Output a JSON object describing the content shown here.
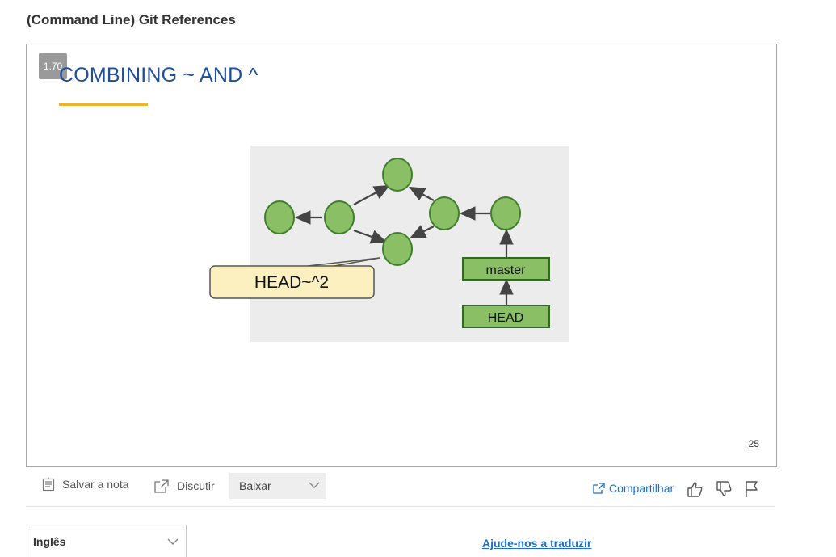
{
  "page": {
    "title": "(Command Line) Git References"
  },
  "slide": {
    "speed": "1.70",
    "heading": "COMBINING ~ AND ^",
    "page_number": "25",
    "diagram": {
      "callout": "HEAD~^2",
      "master_label": "master",
      "head_label": "HEAD",
      "colors": {
        "node_fill": "#8bbf66",
        "node_stroke": "#3f7f2c",
        "panel": "#ececec",
        "callout_fill": "#fdf0c0"
      }
    }
  },
  "toolbar": {
    "save_note": "Salvar a nota",
    "discuss": "Discutir",
    "download": "Baixar",
    "share": "Compartilhar"
  },
  "translation": {
    "language": "Inglês",
    "help_link": "Ajude-nos a traduzir"
  },
  "colors": {
    "accent": "#1d6fc4",
    "heading": "#1f4e9b",
    "underline": "#f0b22a"
  }
}
